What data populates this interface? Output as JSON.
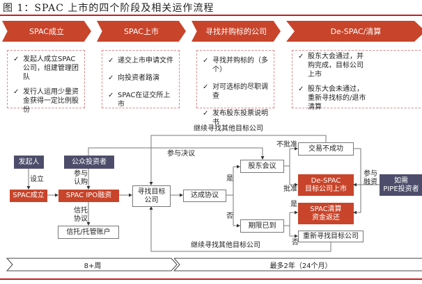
{
  "title": "图 1：SPAC 上市的四个阶段及相关运作流程",
  "stages": [
    {
      "label": "SPAC成立",
      "items": [
        "发起人成立SPAC公司，组建管理团队",
        "发行人运用少量资金获得一定比例股份"
      ]
    },
    {
      "label": "SPAC上市",
      "items": [
        "递交上市申请文件",
        "向投资者路演",
        "SPAC在证交所上市"
      ]
    },
    {
      "label": "寻找并购标的公司",
      "items": [
        "寻找并购标的（多个）",
        "对可选标的尽职调查",
        "发布股东投票说明书"
      ]
    },
    {
      "label": "De-SPAC/清算",
      "items": [
        "股东大会通过，并购完成，目标公司上市",
        "股东大会未通过，重新寻找标的/退市清算"
      ]
    }
  ],
  "check": "✓",
  "flow": {
    "sponsor": "发起人",
    "public_investors": "公众投资者",
    "setup": "设立",
    "subscribe": "参与认购",
    "spac_formed": "SPAC成立",
    "ipo": "SPAC IPO融资",
    "trust_agreement": "信托协议",
    "trust_account": "信托/托管账户",
    "find_target": "寻找目标公司",
    "agreement": "达成协议",
    "vote": "参与决议",
    "continue_top": "继续寻找其他目标公司",
    "continue_bottom": "继续寻找其他目标公司",
    "yes1": "是",
    "no1": "否",
    "shareholder_meeting": "股东会议",
    "deadline": "期限已到",
    "not_approved": "不批准",
    "approved": "批准",
    "deal_failed": "交易不成功",
    "despac_line1": "De-SPAC",
    "despac_line2": "目标公司上市",
    "liquidation_line1": "SPAC清算",
    "liquidation_line2": "资金返还",
    "research": "重新寻找目标公司",
    "yes2": "是",
    "no2": "否",
    "pipe_financing": "参与融资",
    "pipe_line1": "如需",
    "pipe_line2": "PIPE投资者"
  },
  "timeline": {
    "phase1": "8+周",
    "phase2": "最多2年（24个月）"
  }
}
